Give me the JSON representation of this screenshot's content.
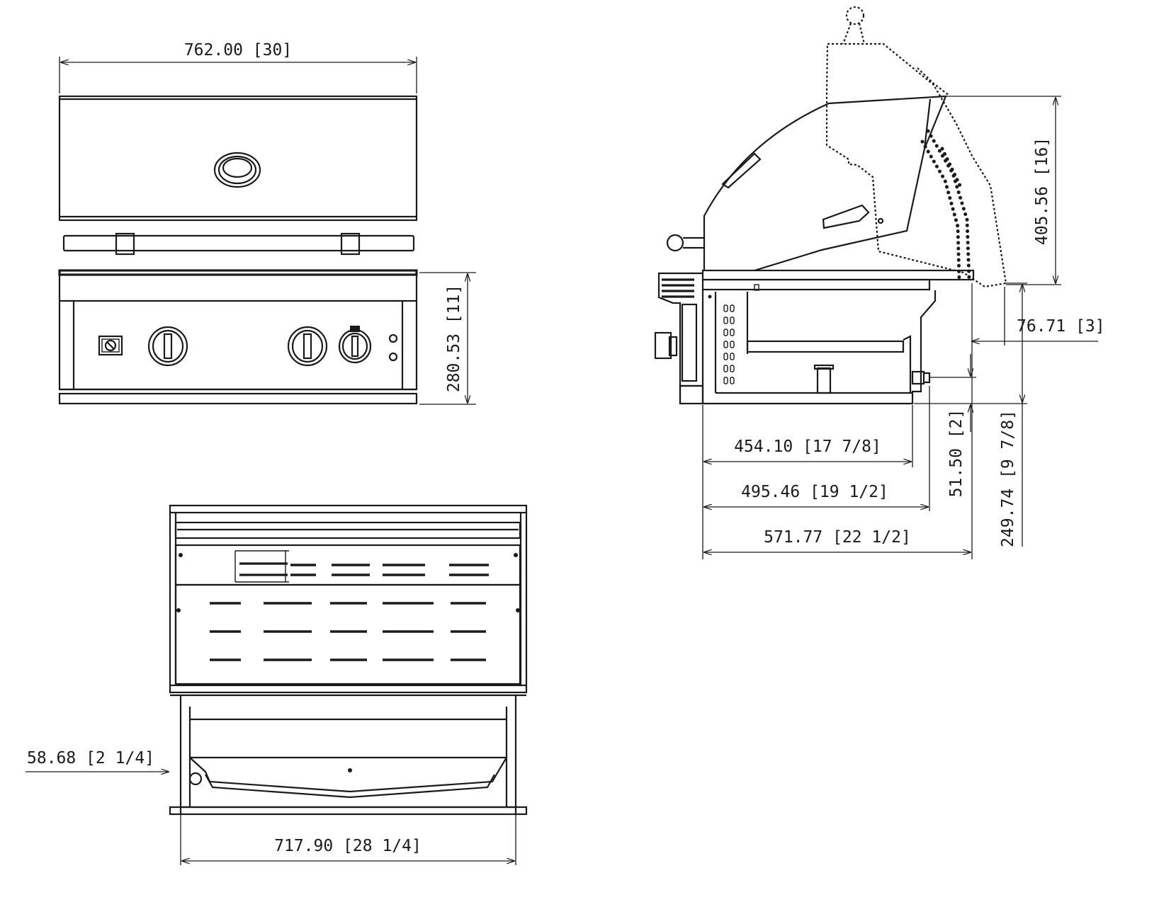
{
  "front_view": {
    "overall_width": "762.00 [30]",
    "control_panel_height": "280.53 [11]"
  },
  "side_view": {
    "hood_height": "405.56 [16]",
    "rear_offset": "76.71 [3]",
    "body_depth": "454.10 [17 7/8]",
    "depth_to_gas_inlet": "495.46 [19 1/2]",
    "overall_depth": "571.77 [22 1/2]",
    "gas_inlet_height": "51.50 [2]",
    "cutout_height": "249.74 [9 7/8]"
  },
  "top_view": {
    "side_offset": "58.68 [2 1/4]",
    "inner_width": "717.90 [28 1/4]"
  },
  "icons": [
    "rotisserie-burner-switch-icon",
    "burner-knob-icon",
    "ignition-knob-icon",
    "light-button-icon"
  ]
}
